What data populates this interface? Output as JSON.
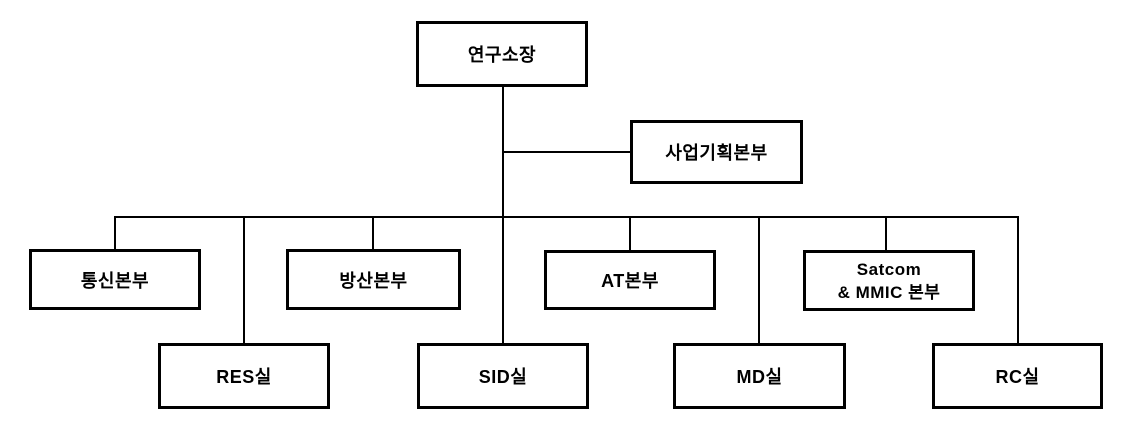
{
  "diagram": {
    "type": "org-chart",
    "nodes": {
      "director": {
        "label": "연구소장"
      },
      "planning": {
        "label": "사업기획본부"
      },
      "comm": {
        "label": "통신본부"
      },
      "defense": {
        "label": "방산본부"
      },
      "at": {
        "label": "AT본부"
      },
      "satcom": {
        "line1": "Satcom",
        "line2": "& MMIC 본부"
      },
      "res": {
        "label": "RES실"
      },
      "sid": {
        "label": "SID실"
      },
      "md": {
        "label": "MD실"
      },
      "rc": {
        "label": "RC실"
      }
    },
    "colors": {
      "box_border": "#000000",
      "box_fill": "#ffffff",
      "connector": "#000000",
      "text": "#000000",
      "background": "#ffffff"
    }
  }
}
